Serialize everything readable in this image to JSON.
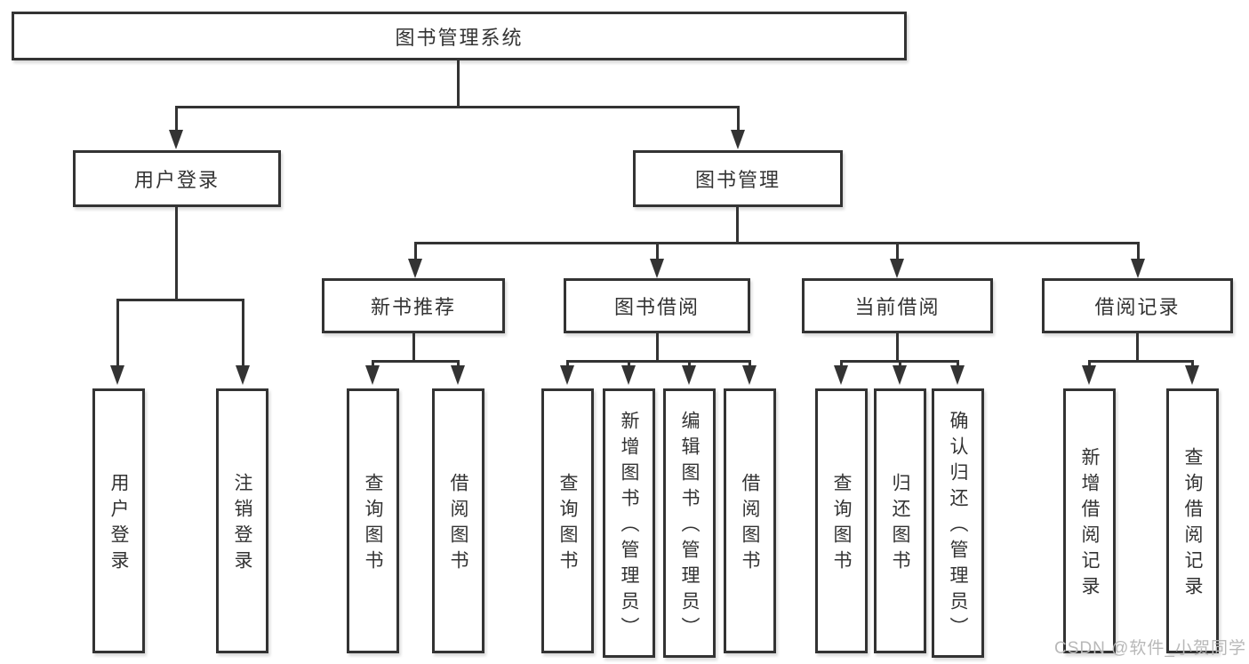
{
  "tree": {
    "root": {
      "label": "图书管理系统"
    },
    "branches": [
      {
        "label": "用户登录",
        "leaves": [
          {
            "label": "用户登录"
          },
          {
            "label": "注销登录"
          }
        ]
      },
      {
        "label": "图书管理",
        "groups": [
          {
            "label": "新书推荐",
            "leaves": [
              {
                "label": "查询图书"
              },
              {
                "label": "借阅图书"
              }
            ]
          },
          {
            "label": "图书借阅",
            "leaves": [
              {
                "label": "查询图书"
              },
              {
                "label": "新增图书（管理员）"
              },
              {
                "label": "编辑图书（管理员）"
              },
              {
                "label": "借阅图书"
              }
            ]
          },
          {
            "label": "当前借阅",
            "leaves": [
              {
                "label": "查询图书"
              },
              {
                "label": "归还图书"
              },
              {
                "label": "确认归还（管理员）"
              }
            ]
          },
          {
            "label": "借阅记录",
            "leaves": [
              {
                "label": "新增借阅记录"
              },
              {
                "label": "查询借阅记录"
              }
            ]
          }
        ]
      }
    ]
  },
  "watermark": {
    "text": "CSDN @软件_小贺同学"
  },
  "colors": {
    "line": "#333333",
    "text": "#333333",
    "background": "#ffffff",
    "watermark": "#b8b8b8"
  }
}
